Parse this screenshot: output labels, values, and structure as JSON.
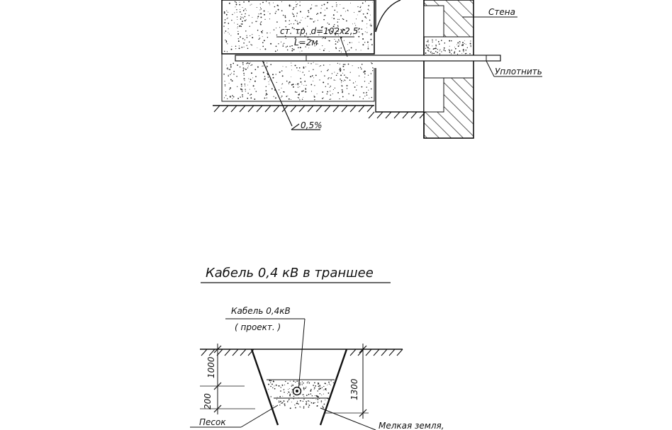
{
  "top_section": {
    "wall_label": "Стена",
    "pipe_label_line1": "ст. тр. d=102х2,5",
    "pipe_label_line2": "L=2м",
    "seal_label": "Уплотнить",
    "slope_label": "0,5%"
  },
  "bottom_section": {
    "title": "Кабель 0,4 кВ в траншее",
    "cable_label_line1": "Кабель 0,4кВ",
    "cable_label_line2": "( проект. )",
    "dim_depth": "1000",
    "dim_sand": "200",
    "dim_total": "1300",
    "sand_label": "Песок",
    "fine_soil_label": "Мелкая земля,"
  }
}
